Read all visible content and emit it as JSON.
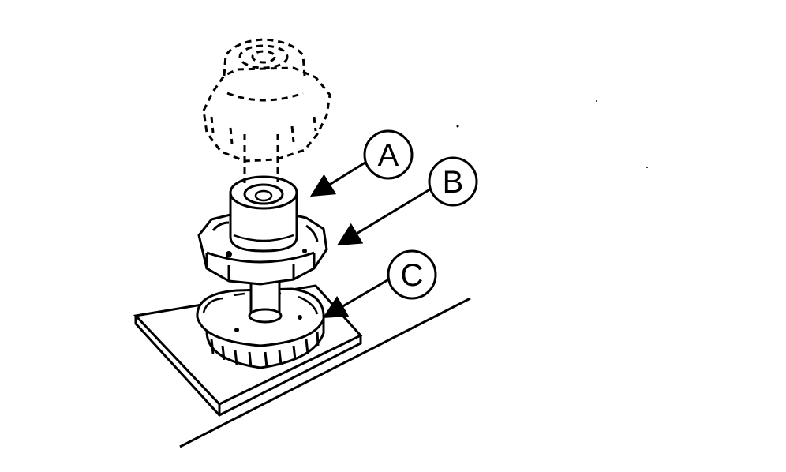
{
  "diagram": {
    "callouts": [
      {
        "id": "A",
        "label": "A"
      },
      {
        "id": "B",
        "label": "B"
      },
      {
        "id": "C",
        "label": "C"
      }
    ],
    "ink_color": "#000000",
    "background_color": "#ffffff"
  }
}
